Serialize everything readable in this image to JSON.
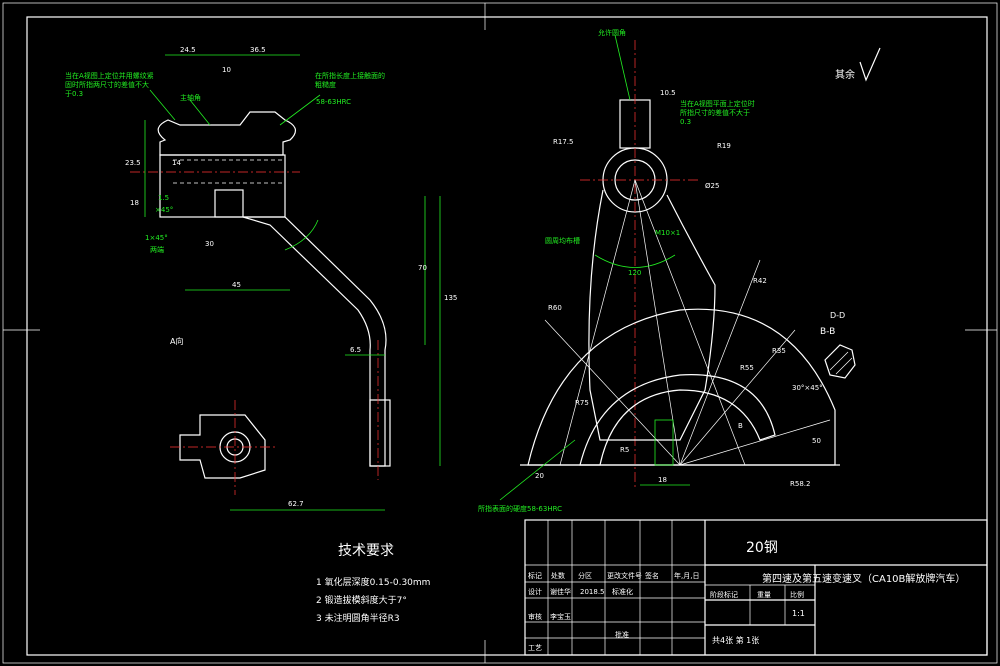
{
  "views": {
    "front_label": "A向",
    "section_label": "B-B",
    "roughness_label": "其余"
  },
  "left_dims": [
    "24.5",
    "36.5",
    "10",
    "23.5",
    "14",
    "18",
    "1.5",
    "×45°",
    "30",
    "45",
    "70",
    "135",
    "6.5",
    "62.7",
    "1×45°",
    "两端"
  ],
  "left_notes": {
    "note1": "当在A视图上定位并用螺纹紧固时所指两尺寸的差值不大于0.3",
    "note2": "在所指长度上接触面的粗糙度",
    "note3": "58-63HRC",
    "note4": "主轴角"
  },
  "right_dims": [
    "10.5",
    "R17.5",
    "R19",
    "Ø25",
    "120",
    "M10×1",
    "R60",
    "R42",
    "R35",
    "R55",
    "R75",
    "R58.2",
    "R5",
    "50",
    "18",
    "20",
    "B"
  ],
  "right_notes": {
    "note1": "允许圆角",
    "note2": "当在A视图平面上定位时所指尺寸的差值不大于0.3",
    "note3": "圆周均布槽",
    "note4": "所指表面的硬度58-63HRC",
    "note5": "D-D",
    "section_angle": "30°×45°"
  },
  "tech": {
    "title": "技术要求",
    "items": [
      "1 氧化层深度0.15-0.30mm",
      "2 锻造拔模斜度大于7°",
      "3 未注明圆角半径R3"
    ]
  },
  "title_block": {
    "material": "20钢",
    "part_name": "第四速及第五速变速叉（CA10B解放牌汽车）",
    "rows": [
      [
        "标记",
        "处数",
        "分区",
        "更改文件号",
        "签名",
        "年,月,日"
      ],
      [
        "设计",
        "谢佳华",
        "2018.5",
        "标准化",
        "",
        ""
      ],
      [
        "审核",
        "李宝玉",
        "",
        "",
        "",
        ""
      ],
      [
        "工艺",
        "",
        "",
        "批准",
        "",
        ""
      ]
    ],
    "stage_header": [
      "阶段标记",
      "重量",
      "比例"
    ],
    "scale": "1:1",
    "sheets": "共4张  第 1张"
  }
}
